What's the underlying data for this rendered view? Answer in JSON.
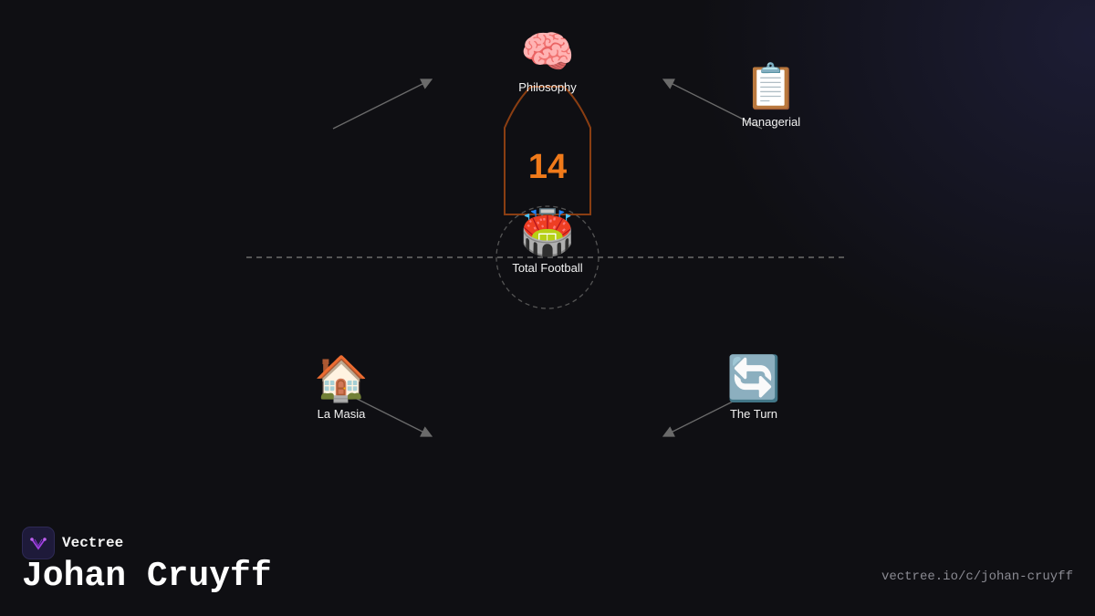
{
  "center_node": {
    "icon": "🏟️",
    "label": "Total Football"
  },
  "jersey": {
    "number": "14"
  },
  "nodes": [
    {
      "id": "philosophy",
      "icon": "🧠",
      "label": "Philosophy"
    },
    {
      "id": "managerial",
      "icon": "📋",
      "label": "Managerial"
    },
    {
      "id": "la-masia",
      "icon": "🏠",
      "label": "La Masia"
    },
    {
      "id": "the-turn",
      "icon": "🔄",
      "label": "The Turn"
    }
  ],
  "footer": {
    "brand": "Vectree",
    "title": "Johan Cruyff",
    "url": "vectree.io/c/johan-cruyff"
  },
  "colors": {
    "background": "#0f0f13",
    "jersey_stroke": "#8a3e12",
    "jersey_number": "#f07a1a",
    "arrow": "#6a6a6a",
    "dashed": "#555555",
    "brand_accent": "#a040e0"
  }
}
